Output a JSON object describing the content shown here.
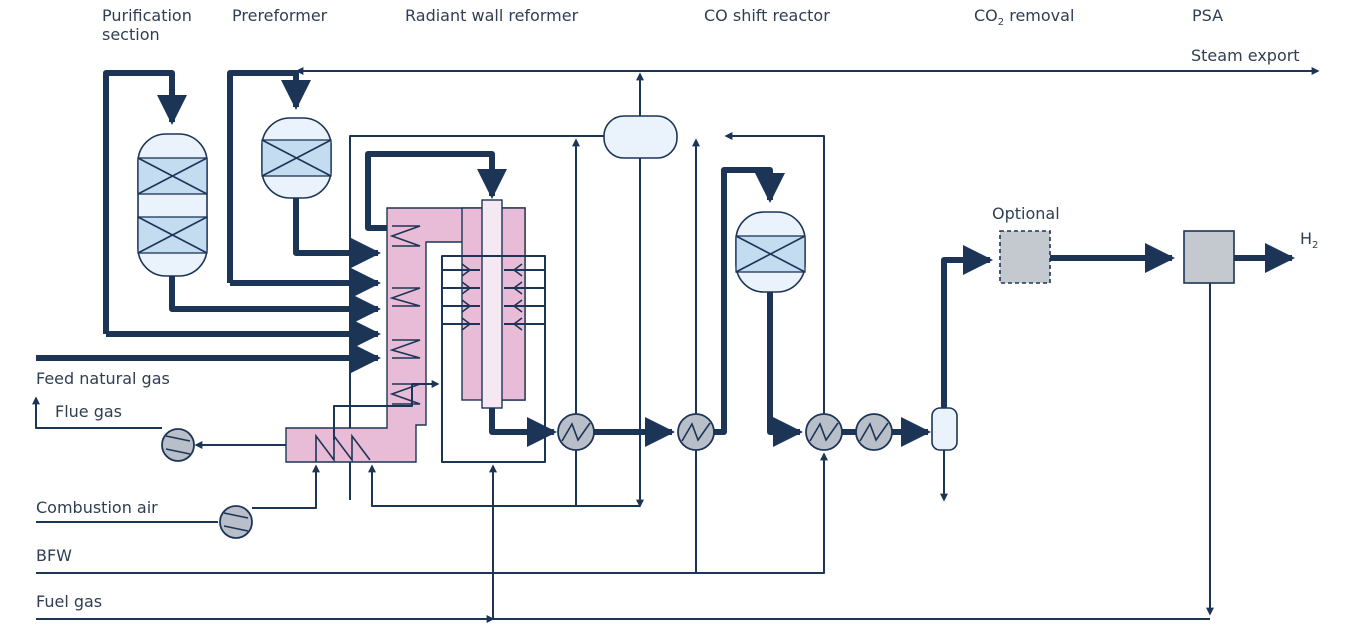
{
  "section_labels": {
    "purification_line1": "Purification",
    "purification_line2": "section",
    "prereformer": "Prereformer",
    "radiant_wall_reformer": "Radiant wall reformer",
    "co_shift_reactor": "CO shift reactor",
    "co2_removal_prefix": "CO",
    "co2_removal_sub": "2",
    "co2_removal_suffix": " removal",
    "psa": "PSA"
  },
  "stream_labels": {
    "steam_export": "Steam export",
    "feed_natural_gas": "Feed natural gas",
    "flue_gas": "Flue gas",
    "combustion_air": "Combustion air",
    "bfw": "BFW",
    "fuel_gas": "Fuel gas",
    "h2_main": "H",
    "h2_sub": "2",
    "optional": "Optional"
  },
  "colors": {
    "line": "#1c3557",
    "reformer_fill": "#e8bcd6",
    "tube_fill": "#f6e8f2",
    "vessel_fill": "#eaf3fb",
    "catalyst_bed": "#c3dcef",
    "exchanger_fill": "#b9bfc8",
    "optional_box": "#c4c8cf",
    "psa_box": "#c4c8cf"
  }
}
